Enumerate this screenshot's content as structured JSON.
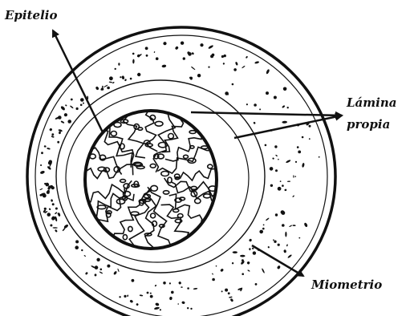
{
  "labels": {
    "epitelio": "Epitelio",
    "lamina_line1": "Lámina",
    "lamina_line2": "propia",
    "miometrio": "Miometrio"
  },
  "colors": {
    "ink": "#111111",
    "background": "#ffffff"
  }
}
